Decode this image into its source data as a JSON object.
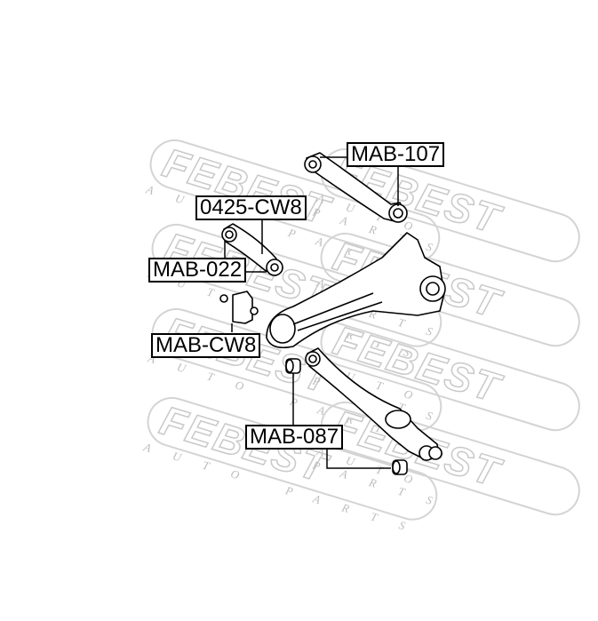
{
  "diagram": {
    "watermark": {
      "brand": "FEBEST",
      "tagline": "AUTO PARTS"
    },
    "part_labels": [
      {
        "id": "mab-107",
        "text": "MAB-107"
      },
      {
        "id": "0425-cw8",
        "text": "0425-CW8"
      },
      {
        "id": "mab-022",
        "text": "MAB-022"
      },
      {
        "id": "mab-cw8",
        "text": "MAB-CW8"
      },
      {
        "id": "mab-087",
        "text": "MAB-087"
      }
    ]
  }
}
